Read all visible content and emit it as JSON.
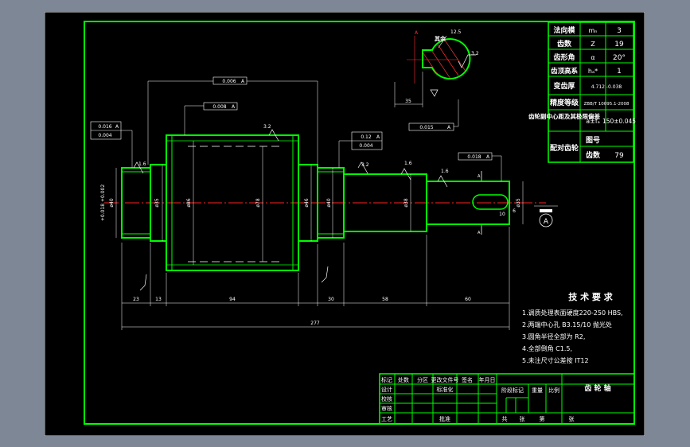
{
  "colors": {
    "background": "#000000",
    "frame": "#00ff00",
    "text": "#ffffff",
    "centerline": "#ff2020",
    "window": "#7d8796",
    "dimension": "#ffffff",
    "hatch": "#ff3030"
  },
  "param_table": {
    "rows": [
      {
        "name": "法向模",
        "symbol": "mₙ",
        "value": "3"
      },
      {
        "name": "齿数",
        "symbol": "Z",
        "value": "19"
      },
      {
        "name": "齿形角",
        "symbol": "α",
        "value": "20°"
      },
      {
        "name": "齿顶高系",
        "symbol": "hₐ*",
        "value": "1"
      },
      {
        "name": "变齿厚",
        "symbol": "4.712 -0.038",
        "value": ""
      },
      {
        "name": "精度等级",
        "symbol": "ZBB/T 10095.1-2008",
        "value": ""
      },
      {
        "name": "齿轮副中心距及其极限偏差",
        "symbol": "a±fₐ",
        "value": "150±0.045"
      }
    ],
    "mating_label": "配对齿轮",
    "drawing_no_label": "图号",
    "teeth_label": "齿数",
    "teeth_value": "79"
  },
  "tech_req": {
    "title": "技 术 要 求",
    "items": [
      "1.调质处理表面硬度220-250 HBS,",
      "2.两端中心孔 B3.15/10 抛光处",
      "3.圆角半径全部为 R2,",
      "4.全部倒角 C1.5,",
      "5.未注尺寸公差按 IT12"
    ]
  },
  "title_block": {
    "part_name": "齿 轮 轴",
    "header_cells": [
      "标记",
      "处数",
      "分区",
      "更改文件号",
      "签名",
      "年月日"
    ],
    "left_labels": [
      "设计",
      "校核",
      "审核",
      "工艺"
    ],
    "standardize": "标准化",
    "approve": "批准",
    "stage_labels": [
      "阶段标记",
      "重量",
      "比例"
    ],
    "total_label": "共",
    "sheet_label": "张",
    "page_label": "第",
    "sheet_label2": "张"
  },
  "dims": {
    "overall": "277",
    "seg1": "23",
    "seg2": "13",
    "seg3": "94",
    "seg4": "30",
    "seg5": "58",
    "seg6": "60",
    "dia_left": "ø40",
    "dia_left_tol": "+0.018 +0.002",
    "dia_35": "ø35",
    "dia_gear": "ø86",
    "dia_root": "ø78",
    "dia_46": "ø46",
    "dia_40": "ø40",
    "dia_38": "ø38",
    "dia_35b": "ø35",
    "keyway_width": "10",
    "section_dim": "35",
    "keyway_depth": "6",
    "section_label": "A"
  },
  "annotations": {
    "tol_top": "0.006",
    "tol_top_ref": "A",
    "tol_mid": "0.008",
    "tol_mid_ref": "A",
    "tol_left_1": "0.016",
    "tol_left_1_ref": "A",
    "tol_left_2": "0.004",
    "tol_right_1": "0.12",
    "tol_right_1_ref": "A",
    "tol_right_2": "0.004",
    "tol_key": "0.018",
    "tol_key_ref": "A",
    "tol_sec": "0.015",
    "tol_sec_ref": "A",
    "rough_3_2": "3.2",
    "rough_1_6": "1.6",
    "rough_12_5": "12.5",
    "rough_other": "其余",
    "section_mark": "A"
  }
}
